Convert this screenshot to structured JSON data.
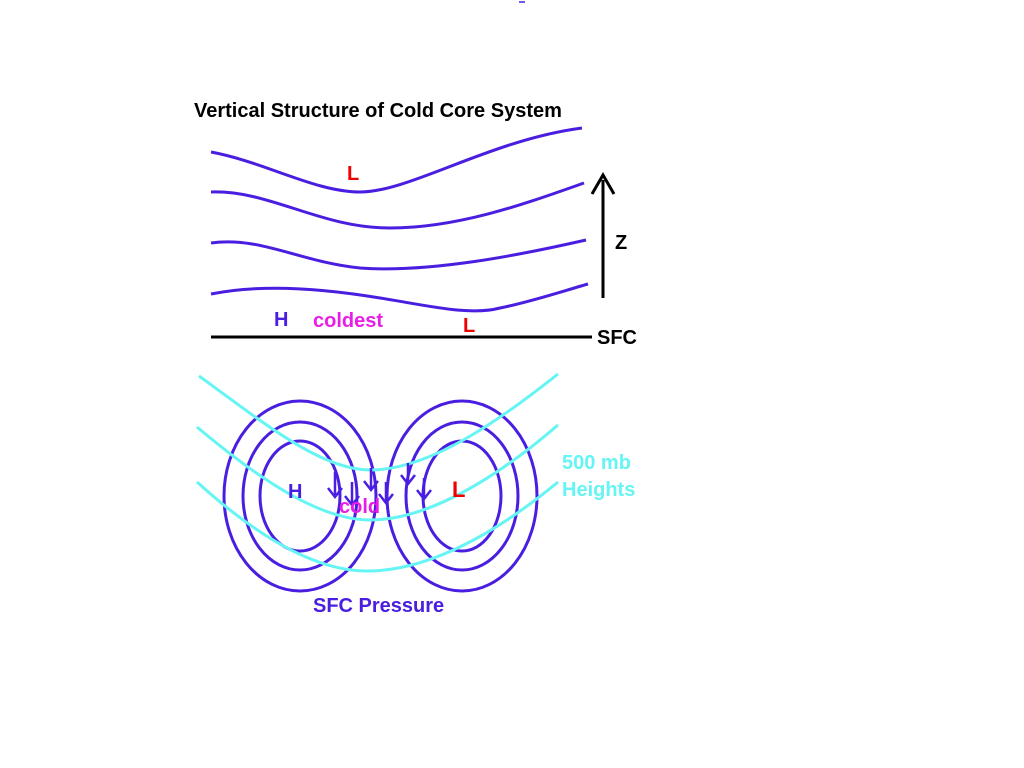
{
  "title": "Vertical Structure of Cold Core System",
  "upper_panel": {
    "upper_low_label": "L",
    "z_label": "Z",
    "surface_label": "SFC",
    "surface_high_label": "H",
    "coldest_label": "coldest",
    "surface_low_label": "L"
  },
  "lower_panel": {
    "high_label": "H",
    "low_label": "L",
    "cold_label": "cold",
    "heights_label_line1": "500 mb",
    "heights_label_line2": "Heights",
    "pressure_label": "SFC Pressure"
  },
  "colors": {
    "isobar": "#4a1ee0",
    "heights": "#66f4f4",
    "low": "#ee0000",
    "high": "#4a1ee0",
    "cold": "#e81ee8",
    "black": "#000000"
  }
}
